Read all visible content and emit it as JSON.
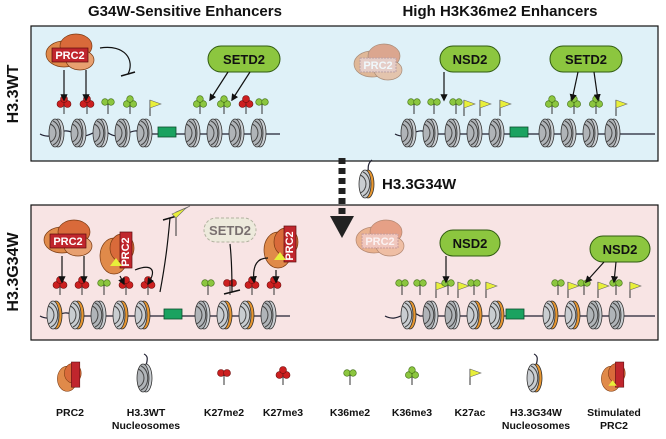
{
  "headers": {
    "left": "G34W-Sensitive Enhancers",
    "right": "High H3K36me2 Enhancers"
  },
  "rows": {
    "top_label": "H3.3WT",
    "bottom_label": "H3.3G34W",
    "top_color": "#dff1f8",
    "bottom_color": "#f8e4e4"
  },
  "transition_label": "H3.3G34W",
  "enzymes": {
    "prc2": "PRC2",
    "setd2": "SETD2",
    "nsd2": "NSD2"
  },
  "legend": [
    {
      "icon": "prc2-complex-icon",
      "label": "PRC2"
    },
    {
      "icon": "h33wt-nucleosome-icon",
      "label": "H3.3WT Nucleosomes"
    },
    {
      "icon": "k27me2-icon",
      "label": "K27me2"
    },
    {
      "icon": "k27me3-icon",
      "label": "K27me3"
    },
    {
      "icon": "k36me2-icon",
      "label": "K36me2"
    },
    {
      "icon": "k36me3-icon",
      "label": "K36me3"
    },
    {
      "icon": "k27ac-flag-icon",
      "label": "K27ac"
    },
    {
      "icon": "h33g34w-nucleosome-icon",
      "label": "H3.3G34W Nucleosomes"
    },
    {
      "icon": "stimulated-prc2-icon",
      "label": "Stimulated PRC2"
    }
  ],
  "colors": {
    "red_mark": "#cc1f1f",
    "green_mark": "#8cc63f",
    "flag": "#e8ef3a",
    "prc2_red": "#c0262d",
    "prc2_orange": "#e07b39",
    "nucleosome_grey": "#b8bcc0",
    "g34w_orange": "#e08a2a",
    "enhancer_green": "#1aa260"
  }
}
